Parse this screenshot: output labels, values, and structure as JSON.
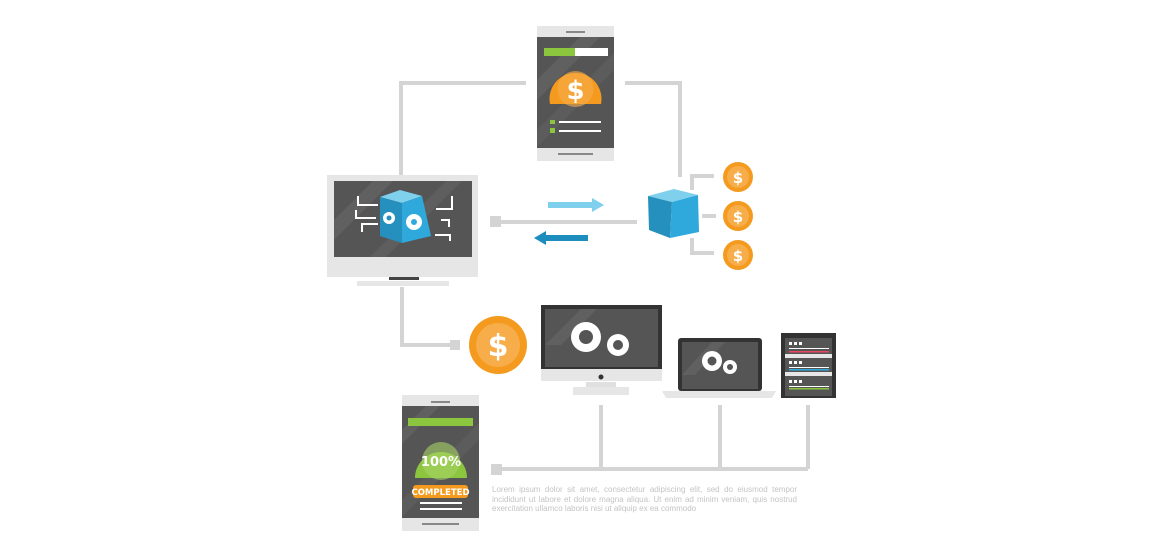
{
  "colors": {
    "line": "#d4d4d4",
    "screen": "#555555",
    "orange": "#f49b1f",
    "blue": "#2fa9dc",
    "lightblue": "#7fd0ec",
    "darkblue": "#1c8dbd",
    "green": "#8cc63f"
  },
  "coins": {
    "symbol": "$"
  },
  "completed_phone": {
    "percent_label": "100%",
    "status_label": "COMPLETED",
    "progress": 1.0
  },
  "payment_phone": {
    "progress": 0.5
  },
  "caption": "Lorem ipsum dolor sit amet, consectetur adipiscing elit, sed do eiusmod tempor incididunt ut labore et dolore magna aliqua. Ut enim ad minim veniam, quis nostrud exercitation ullamco laboris nisi ut aliquip ex ea commodo"
}
